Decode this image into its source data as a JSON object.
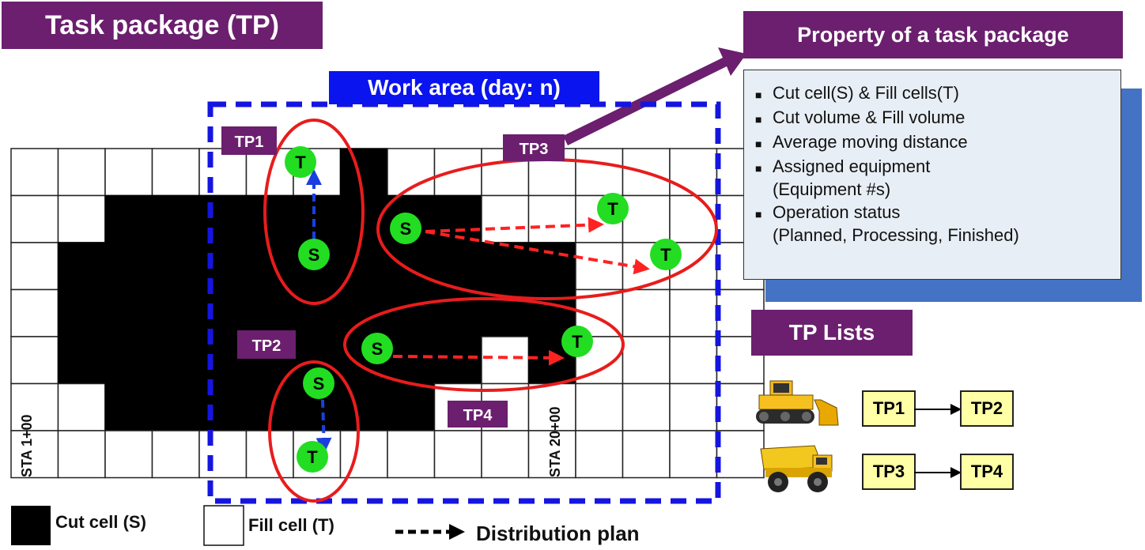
{
  "title": "Task package (TP)",
  "work_area_label": "Work area (day: n)",
  "property": {
    "title": "Property of a task package",
    "items": [
      {
        "text": "Cut cell(S) &  Fill cells(T)"
      },
      {
        "text": "Cut volume  & Fill volume"
      },
      {
        "text": "Average moving distance"
      },
      {
        "text": "Assigned equipment",
        "sub": "(Equipment #s)"
      },
      {
        "text": "Operation status",
        "sub": "(Planned, Processing, Finished)"
      }
    ]
  },
  "tp_lists": {
    "title": "TP Lists",
    "rows": [
      {
        "equipment": "bulldozer-icon",
        "from": "TP1",
        "to": "TP2"
      },
      {
        "equipment": "dump-truck-icon",
        "from": "TP3",
        "to": "TP4"
      }
    ]
  },
  "tags": {
    "tp1": "TP1",
    "tp2": "TP2",
    "tp3": "TP3",
    "tp4": "TP4"
  },
  "stations": {
    "start": "STA 1+00",
    "end": "STA 20+00"
  },
  "node_labels": {
    "source": "S",
    "target": "T"
  },
  "legend": {
    "cut": "Cut cell (S)",
    "fill": "Fill cell (T)",
    "plan": "Distribution plan"
  },
  "colors": {
    "banner": "#6b1f6e",
    "cut_cell": "#000000",
    "work_area": "#1515e0",
    "package_outline": "#e81c1c",
    "node": "#22dd22",
    "arrow_red": "#ff2222",
    "arrow_blue": "#1a3fe0",
    "prop_panel": "#e8eef5",
    "prop_shadow": "#4472c4",
    "tp_box": "#ffffa6"
  }
}
